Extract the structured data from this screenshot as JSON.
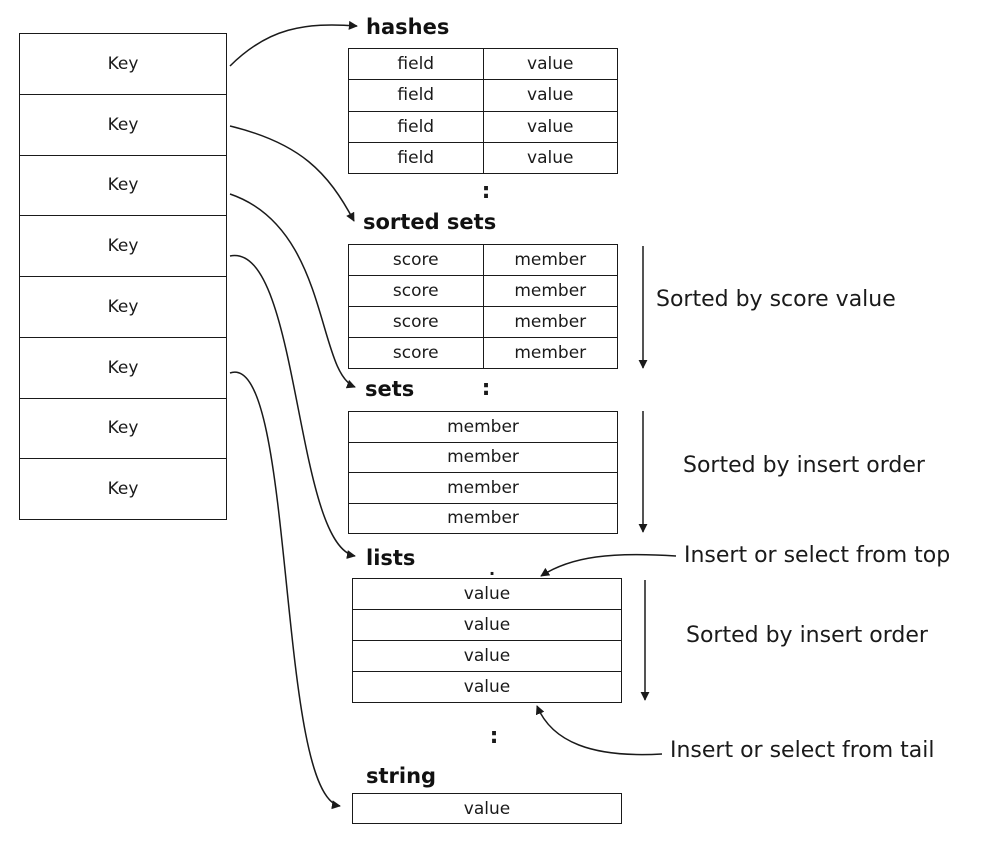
{
  "key_column": {
    "cells": [
      "Key",
      "Key",
      "Key",
      "Key",
      "Key",
      "Key",
      "Key",
      "Key"
    ]
  },
  "hashes": {
    "title": "hashes",
    "rows": [
      [
        "field",
        "value"
      ],
      [
        "field",
        "value"
      ],
      [
        "field",
        "value"
      ],
      [
        "field",
        "value"
      ]
    ],
    "continuation": ":"
  },
  "sorted_sets": {
    "title": "sorted  sets",
    "rows": [
      [
        "score",
        "member"
      ],
      [
        "score",
        "member"
      ],
      [
        "score",
        "member"
      ],
      [
        "score",
        "member"
      ]
    ],
    "note": "Sorted by score value",
    "continuation": ":"
  },
  "sets": {
    "title": "sets",
    "rows": [
      "member",
      "member",
      "member",
      "member"
    ],
    "note": "Sorted by insert order"
  },
  "lists": {
    "title": "lists",
    "rows": [
      "value",
      "value",
      "value",
      "value"
    ],
    "top_note": "Insert or select from top",
    "order_note": "Sorted by insert order",
    "tail_note": "Insert or select from tail",
    "continuation_top": ".",
    "continuation": ":"
  },
  "string": {
    "title": "string",
    "value": "value"
  },
  "colors": {
    "line": "#1a1a1a",
    "background": "#ffffff"
  }
}
